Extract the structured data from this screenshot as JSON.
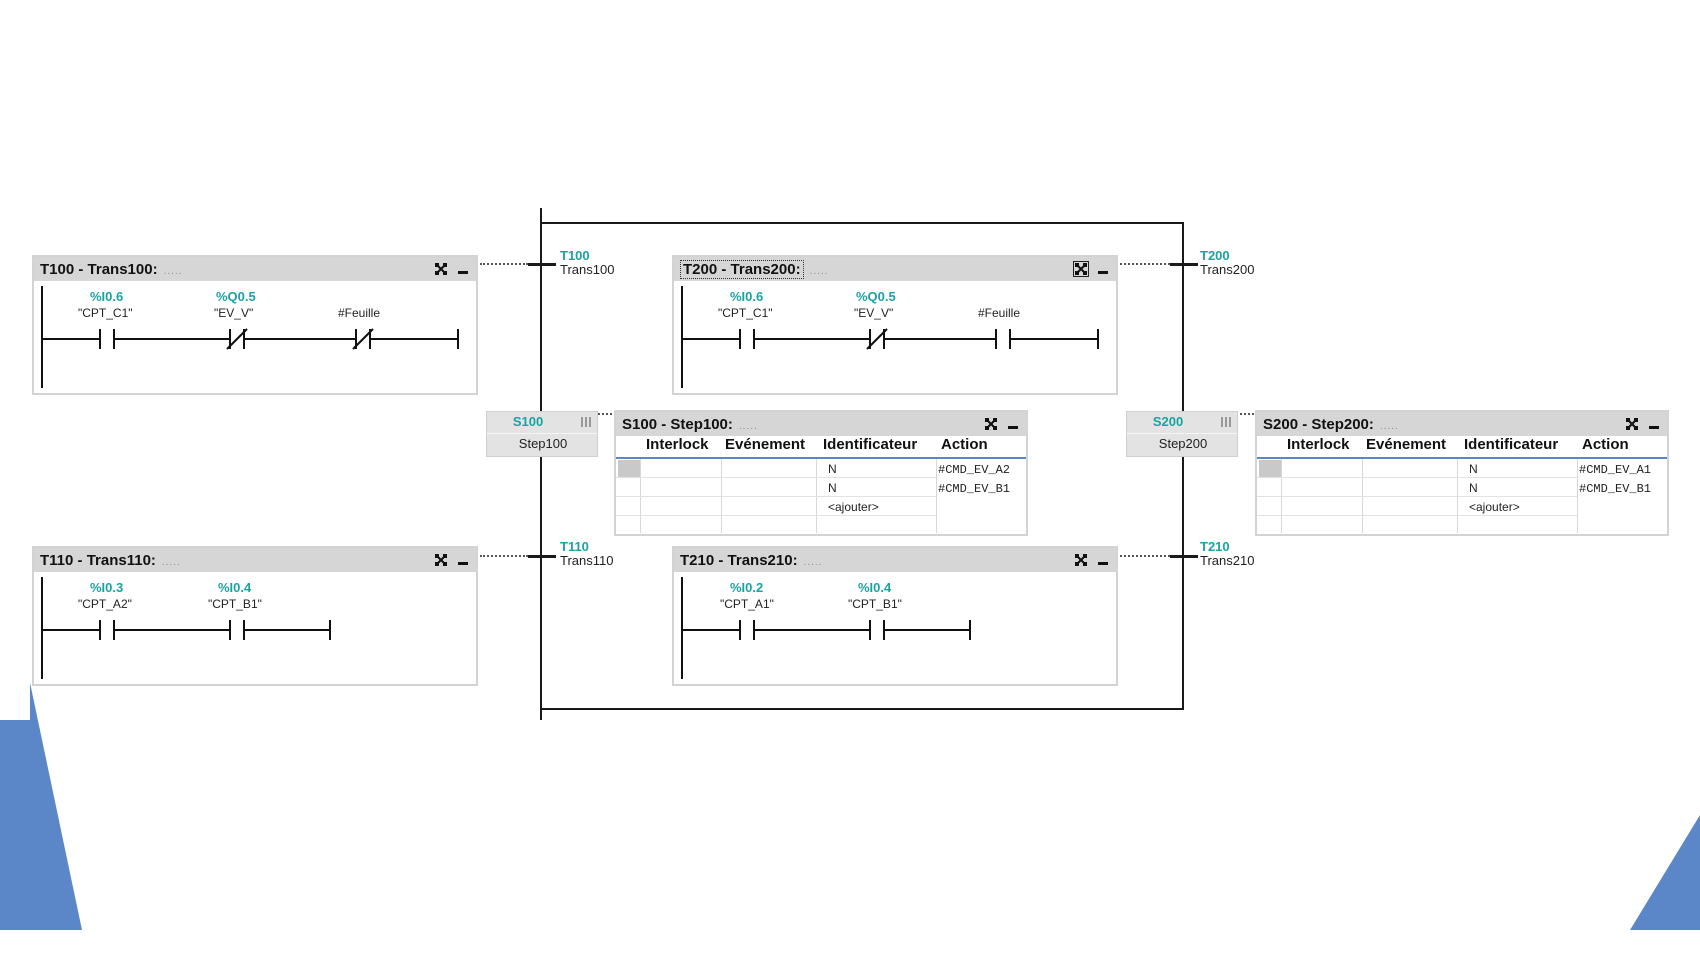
{
  "transitions": {
    "t100": {
      "panel_title": "T100 - Trans100:",
      "id": "T100",
      "name": "Trans100",
      "contacts": [
        {
          "address": "%I0.6",
          "tag": "\"CPT_C1\""
        },
        {
          "address": "%Q0.5",
          "tag": "\"EV_V\""
        },
        {
          "address": "",
          "tag": "#Feuille"
        }
      ]
    },
    "t200": {
      "panel_title": "T200 - Trans200:",
      "id": "T200",
      "name": "Trans200",
      "contacts": [
        {
          "address": "%I0.6",
          "tag": "\"CPT_C1\""
        },
        {
          "address": "%Q0.5",
          "tag": "\"EV_V\""
        },
        {
          "address": "",
          "tag": "#Feuille"
        }
      ]
    },
    "t110": {
      "panel_title": "T110 - Trans110:",
      "id": "T110",
      "name": "Trans110",
      "contacts": [
        {
          "address": "%I0.3",
          "tag": "\"CPT_A2\""
        },
        {
          "address": "%I0.4",
          "tag": "\"CPT_B1\""
        }
      ]
    },
    "t210": {
      "panel_title": "T210 - Trans210:",
      "id": "T210",
      "name": "Trans210",
      "contacts": [
        {
          "address": "%I0.2",
          "tag": "\"CPT_A1\""
        },
        {
          "address": "%I0.4",
          "tag": "\"CPT_B1\""
        }
      ]
    }
  },
  "steps": {
    "s100": {
      "id": "S100",
      "name": "Step100",
      "panel_title": "S100 - Step100:",
      "columns": [
        "Interlock",
        "Evénement",
        "Identificateur",
        "Action"
      ],
      "rows": [
        {
          "identificateur": "N",
          "action": "#CMD_EV_A2"
        },
        {
          "identificateur": "N",
          "action": "#CMD_EV_B1"
        },
        {
          "identificateur": "<ajouter>",
          "action": ""
        }
      ]
    },
    "s200": {
      "id": "S200",
      "name": "Step200",
      "panel_title": "S200 - Step200:",
      "columns": [
        "Interlock",
        "Evénement",
        "Identificateur",
        "Action"
      ],
      "rows": [
        {
          "identificateur": "N",
          "action": "#CMD_EV_A1"
        },
        {
          "identificateur": "N",
          "action": "#CMD_EV_B1"
        },
        {
          "identificateur": "<ajouter>",
          "action": ""
        }
      ]
    }
  },
  "header_dots": ".....",
  "icons": {
    "expand": "expand-icon",
    "minimize": "minimize-icon",
    "grip": "grip-icon"
  },
  "colors": {
    "address": "#1aa3a3",
    "deco_blue": "#5b86c7",
    "header_bg": "#d6d6d6"
  }
}
